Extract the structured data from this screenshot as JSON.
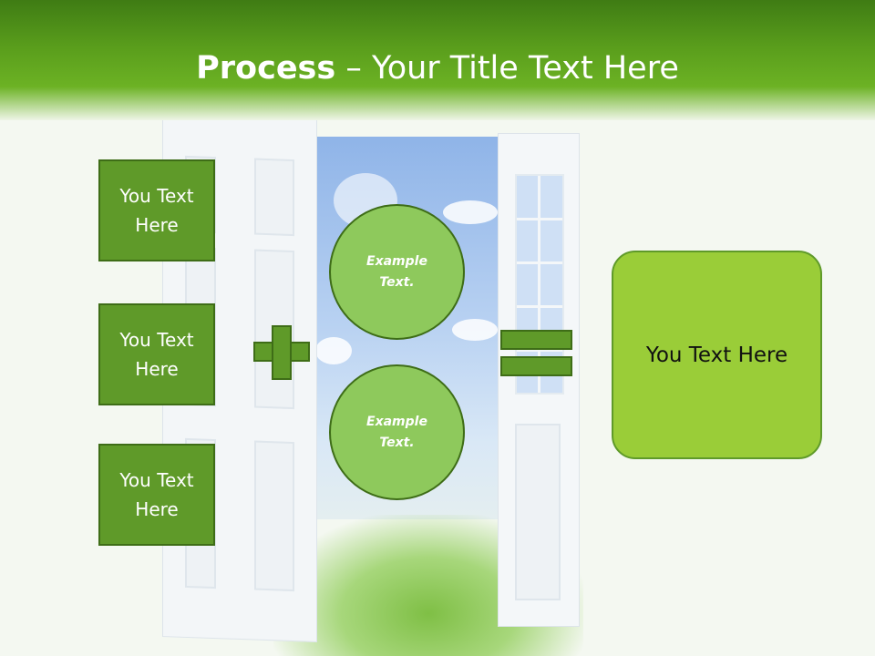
{
  "title": {
    "bold": "Process",
    "rest": " – Your Title Text Here"
  },
  "inputs": [
    {
      "line1": "You Text",
      "line2": "Here"
    },
    {
      "line1": "You Text",
      "line2": "Here"
    },
    {
      "line1": "You Text",
      "line2": "Here"
    }
  ],
  "circles": [
    {
      "line1": "Example",
      "line2": "Text."
    },
    {
      "line1": "Example",
      "line2": "Text."
    }
  ],
  "result": {
    "label": "You Text Here"
  },
  "colors": {
    "header_dark": "#3f7c14",
    "box_green": "#5f9a29",
    "circle_green": "#8ec95c",
    "result_green": "#9acd38",
    "outline": "#3e6d17"
  },
  "icons": {
    "operator_add": "plus-icon",
    "operator_result": "equals-icon"
  }
}
